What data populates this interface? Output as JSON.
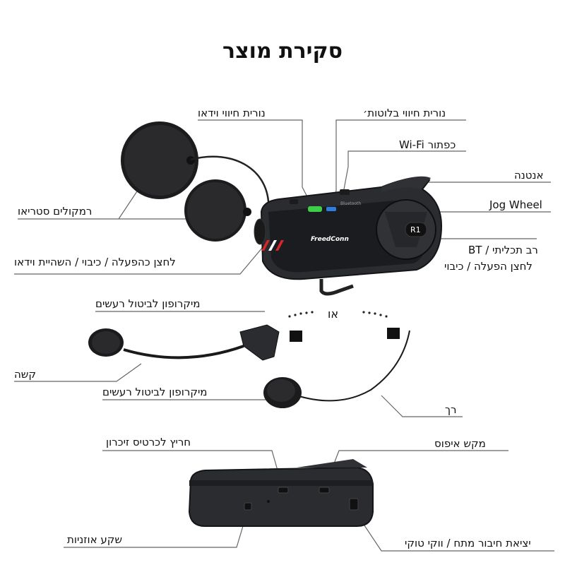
{
  "title": "סקירת מוצר",
  "device_logo": "FreedConn",
  "device_button": "R1",
  "bluetooth_mark": "Bluetooth",
  "or_text": "או",
  "labels": {
    "video_led": "נורית חיווי וידאו",
    "bt_led": "נורית חיווי בלוטות׳",
    "wifi_button": "כפתור Wi-Fi",
    "antenna": "אנטנה",
    "jog_wheel": "Jog Wheel",
    "multi_bt": "רב תכליתי / BT",
    "power_vol": "לחצן הפעלה / כיבוי",
    "speakers": "רמקולים סטריאו",
    "power_video": "לחצן כהפעלה / כיבוי / השהיית וידאו",
    "mic_noise_1": "מיקרופון לביטול רעשים",
    "hard": "קשה",
    "mic_noise_2": "מיקרופון לביטול רעשים",
    "soft": "רך",
    "sd_slot": "חריץ לכרטיס זיכרון",
    "reset": "מקש איפוס",
    "headphone_jack": "שקע אוזניות",
    "charge_port": "יציאת חיבור מתח / ווקי טוקי"
  },
  "colors": {
    "line": "#555555",
    "device": "#2a2c30",
    "led_green": "#3ecf4a",
    "led_blue": "#2f7de0",
    "stripe_red": "#d8262b"
  }
}
